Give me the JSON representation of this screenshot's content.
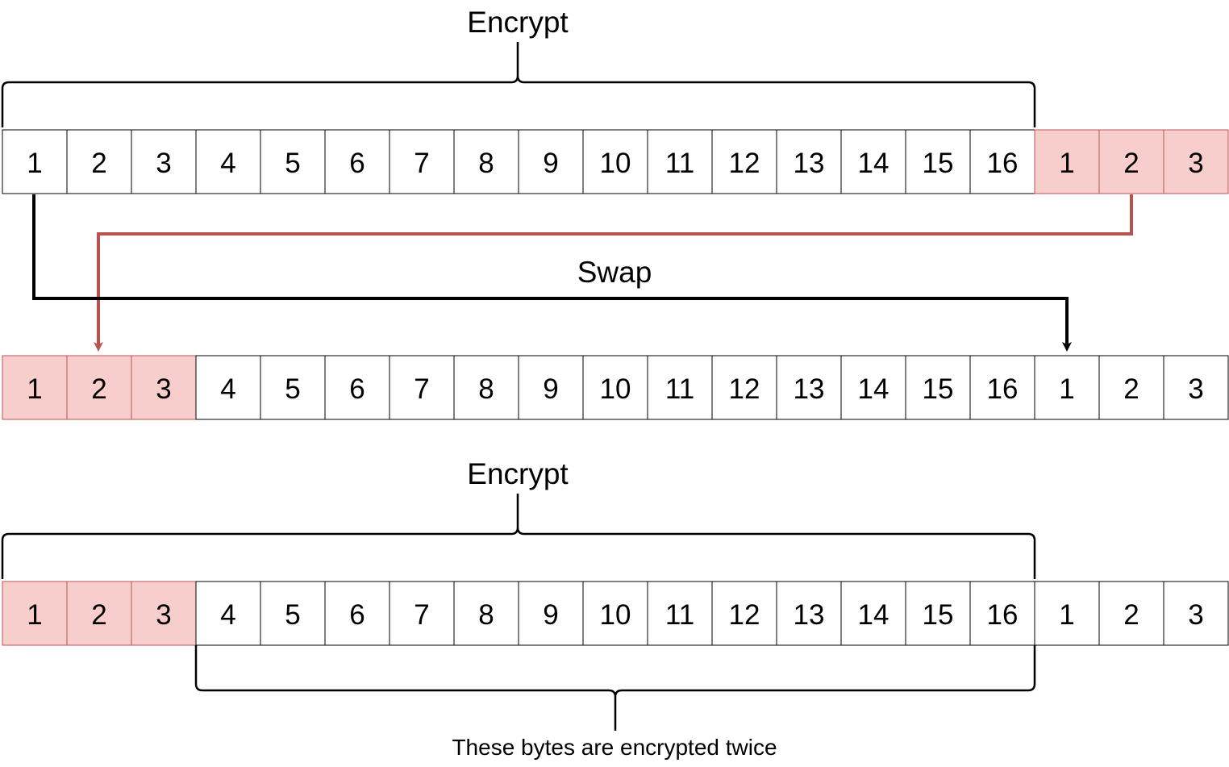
{
  "colors": {
    "background": "#ffffff",
    "cell_fill": "#ffffff",
    "cell_stroke": "#000000",
    "highlight_fill": "#f8cecc",
    "highlight_stroke": "#b85450",
    "swap_arrow_red": "#b85450",
    "swap_arrow_black": "#000000"
  },
  "labels": {
    "encrypt_top": "Encrypt",
    "swap": "Swap",
    "encrypt_bottom": "Encrypt",
    "twice": "These bytes are encrypted twice"
  },
  "rows": [
    {
      "id": "row-original",
      "cells": [
        {
          "text": "1",
          "highlight": false
        },
        {
          "text": "2",
          "highlight": false
        },
        {
          "text": "3",
          "highlight": false
        },
        {
          "text": "4",
          "highlight": false
        },
        {
          "text": "5",
          "highlight": false
        },
        {
          "text": "6",
          "highlight": false
        },
        {
          "text": "7",
          "highlight": false
        },
        {
          "text": "8",
          "highlight": false
        },
        {
          "text": "9",
          "highlight": false
        },
        {
          "text": "10",
          "highlight": false
        },
        {
          "text": "11",
          "highlight": false
        },
        {
          "text": "12",
          "highlight": false
        },
        {
          "text": "13",
          "highlight": false
        },
        {
          "text": "14",
          "highlight": false
        },
        {
          "text": "15",
          "highlight": false
        },
        {
          "text": "16",
          "highlight": false
        },
        {
          "text": "1",
          "highlight": true
        },
        {
          "text": "2",
          "highlight": true
        },
        {
          "text": "3",
          "highlight": true
        }
      ]
    },
    {
      "id": "row-swapped",
      "cells": [
        {
          "text": "1",
          "highlight": true
        },
        {
          "text": "2",
          "highlight": true
        },
        {
          "text": "3",
          "highlight": true
        },
        {
          "text": "4",
          "highlight": false
        },
        {
          "text": "5",
          "highlight": false
        },
        {
          "text": "6",
          "highlight": false
        },
        {
          "text": "7",
          "highlight": false
        },
        {
          "text": "8",
          "highlight": false
        },
        {
          "text": "9",
          "highlight": false
        },
        {
          "text": "10",
          "highlight": false
        },
        {
          "text": "11",
          "highlight": false
        },
        {
          "text": "12",
          "highlight": false
        },
        {
          "text": "13",
          "highlight": false
        },
        {
          "text": "14",
          "highlight": false
        },
        {
          "text": "15",
          "highlight": false
        },
        {
          "text": "16",
          "highlight": false
        },
        {
          "text": "1",
          "highlight": false
        },
        {
          "text": "2",
          "highlight": false
        },
        {
          "text": "3",
          "highlight": false
        }
      ]
    },
    {
      "id": "row-reencrypted",
      "cells": [
        {
          "text": "1",
          "highlight": true
        },
        {
          "text": "2",
          "highlight": true
        },
        {
          "text": "3",
          "highlight": true
        },
        {
          "text": "4",
          "highlight": false
        },
        {
          "text": "5",
          "highlight": false
        },
        {
          "text": "6",
          "highlight": false
        },
        {
          "text": "7",
          "highlight": false
        },
        {
          "text": "8",
          "highlight": false
        },
        {
          "text": "9",
          "highlight": false
        },
        {
          "text": "10",
          "highlight": false
        },
        {
          "text": "11",
          "highlight": false
        },
        {
          "text": "12",
          "highlight": false
        },
        {
          "text": "13",
          "highlight": false
        },
        {
          "text": "14",
          "highlight": false
        },
        {
          "text": "15",
          "highlight": false
        },
        {
          "text": "16",
          "highlight": false
        },
        {
          "text": "1",
          "highlight": false
        },
        {
          "text": "2",
          "highlight": false
        },
        {
          "text": "3",
          "highlight": false
        }
      ]
    }
  ]
}
